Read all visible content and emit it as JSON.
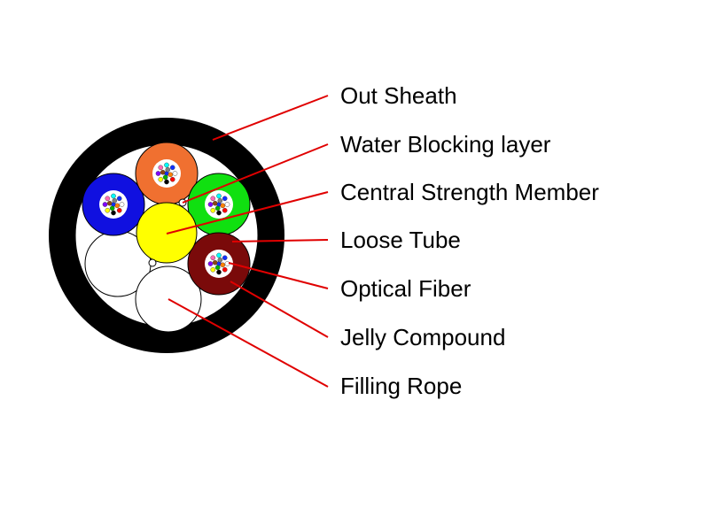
{
  "labels": [
    {
      "id": "out-sheath",
      "text": "Out Sheath"
    },
    {
      "id": "water-blocking-layer",
      "text": "Water Blocking layer"
    },
    {
      "id": "central-strength-member",
      "text": "Central Strength Member"
    },
    {
      "id": "loose-tube",
      "text": "Loose Tube"
    },
    {
      "id": "optical-fiber",
      "text": "Optical Fiber"
    },
    {
      "id": "jelly-compound",
      "text": "Jelly Compound"
    },
    {
      "id": "filling-rope",
      "text": "Filling Rope"
    }
  ],
  "colors": {
    "sheath": "#000000",
    "leader_line": "#e00000",
    "tube_blue": "#1010e0",
    "tube_orange": "#f07030",
    "tube_green": "#10e010",
    "tube_brown": "#7a0a0a",
    "strength_member": "#ffff00",
    "filling_rope": "#ffffff"
  },
  "fiber_colors": [
    "#1030ff",
    "#ff8000",
    "#00b000",
    "#8b4513",
    "#808080",
    "#ffffff",
    "#ff0000",
    "#000000",
    "#ffff00",
    "#8000ff",
    "#ff69b4",
    "#00ffff"
  ]
}
